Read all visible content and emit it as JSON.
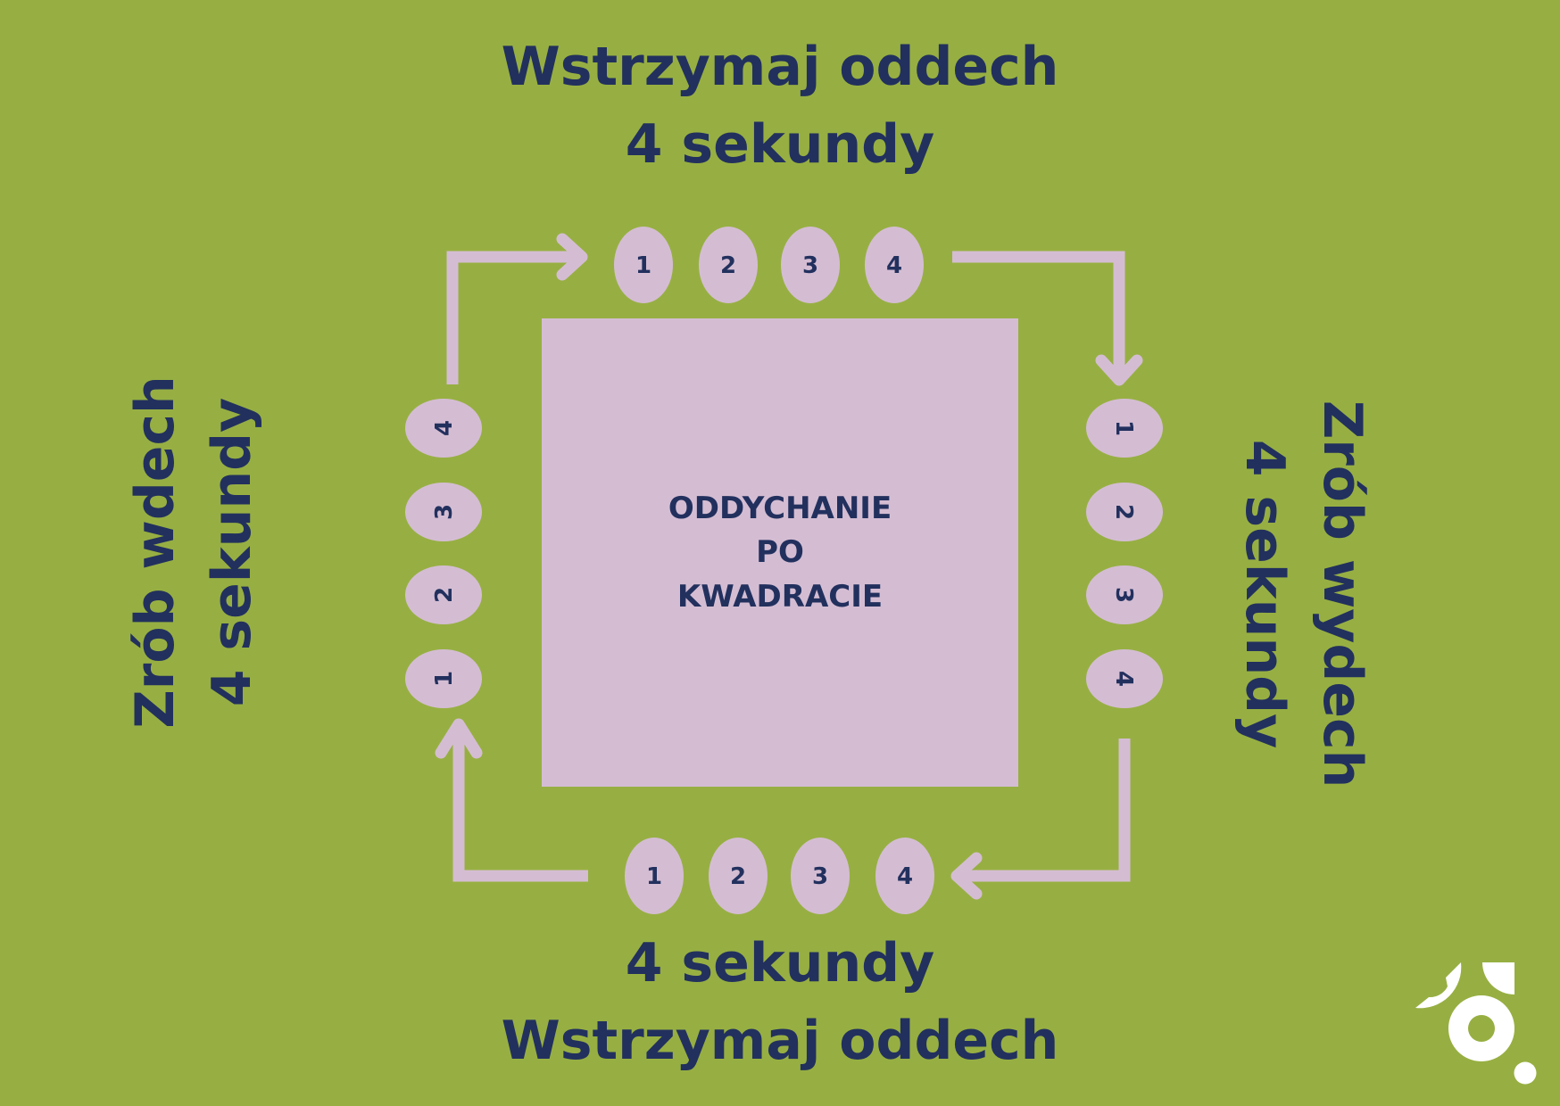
{
  "colors": {
    "background": "#97AF42",
    "shape": "#D4BDD3",
    "text": "#22305E",
    "logo": "#FFFFFF"
  },
  "top": {
    "line1": "Wstrzymaj oddech",
    "line2": "4 sekundy",
    "counts": [
      "1",
      "2",
      "3",
      "4"
    ]
  },
  "bottom": {
    "line1": "4 sekundy",
    "line2": "Wstrzymaj oddech",
    "counts": [
      "1",
      "2",
      "3",
      "4"
    ]
  },
  "left": {
    "line1": "Zrób wdech",
    "line2": "4 sekundy",
    "counts": [
      "4",
      "3",
      "2",
      "1"
    ]
  },
  "right": {
    "line1": "Zrób wydech",
    "line2": "4 sekundy",
    "counts": [
      "1",
      "2",
      "3",
      "4"
    ]
  },
  "center": {
    "line1": "ODDYCHANIE",
    "line2": "PO",
    "line3": "KWADRACIE"
  },
  "logo": {
    "icon": "brand-logo"
  }
}
